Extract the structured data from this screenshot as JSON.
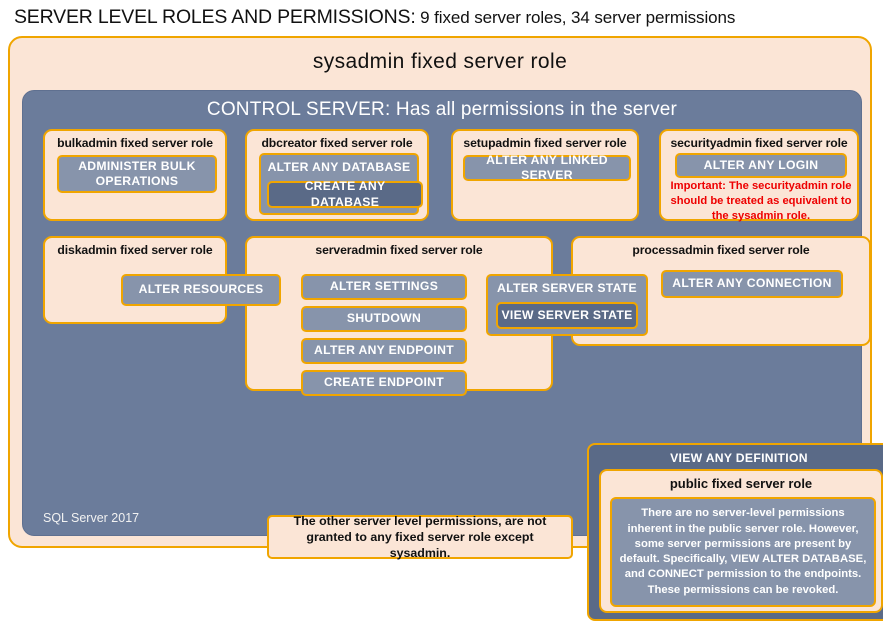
{
  "title": {
    "strong": "SERVER LEVEL ROLES AND PERMISSIONS:",
    "rest": " 9 fixed server roles, 34 server permissions"
  },
  "sysadmin": {
    "label": "sysadmin fixed server role"
  },
  "control_server": {
    "label": "CONTROL SERVER: Has all permissions in the server"
  },
  "footer": {
    "label": "SQL Server 2017"
  },
  "roles": {
    "bulkadmin": {
      "label": "bulkadmin fixed server role",
      "permissions": [
        "ADMINISTER BULK OPERATIONS"
      ]
    },
    "dbcreator": {
      "label": "dbcreator fixed server role",
      "permissions": [
        "ALTER ANY DATABASE",
        "CREATE ANY DATABASE"
      ]
    },
    "setupadmin": {
      "label": "setupadmin fixed server role",
      "permissions": [
        "ALTER ANY LINKED SERVER"
      ]
    },
    "securityadmin": {
      "label": "securityadmin fixed server role",
      "permissions": [
        "ALTER ANY LOGIN"
      ],
      "note": "Important: The securityadmin role should be treated as equivalent to the sysadmin role."
    },
    "diskadmin": {
      "label": "diskadmin fixed server role",
      "permissions": [
        "ALTER RESOURCES"
      ]
    },
    "serveradmin": {
      "label": "serveradmin fixed server role",
      "permissions": [
        "ALTER SETTINGS",
        "SHUTDOWN",
        "ALTER ANY ENDPOINT",
        "CREATE ENDPOINT",
        "ALTER SERVER STATE",
        "VIEW SERVER STATE"
      ]
    },
    "processadmin": {
      "label": "processadmin fixed server role",
      "permissions": [
        "ALTER ANY CONNECTION"
      ]
    },
    "public": {
      "view_any_definition": "VIEW ANY DEFINITION",
      "label": "public fixed server role",
      "description": "There are no server-level permissions inherent in the public server role. However, some server permissions are present by default. Specifically, VIEW ALTER DATABASE, and CONNECT permission to the endpoints. These permissions can be revoked."
    }
  },
  "notes": {
    "other_permissions": "The other server level permissions, are not granted to any fixed server role except sysadmin."
  },
  "colors": {
    "peach": "#fbe5d6",
    "gold_border": "#f0a500",
    "slate_panel": "#6b7c9b",
    "slate_perm": "#8794ab",
    "slate_dark": "#5a6a87",
    "red_warning": "#ee0000"
  }
}
